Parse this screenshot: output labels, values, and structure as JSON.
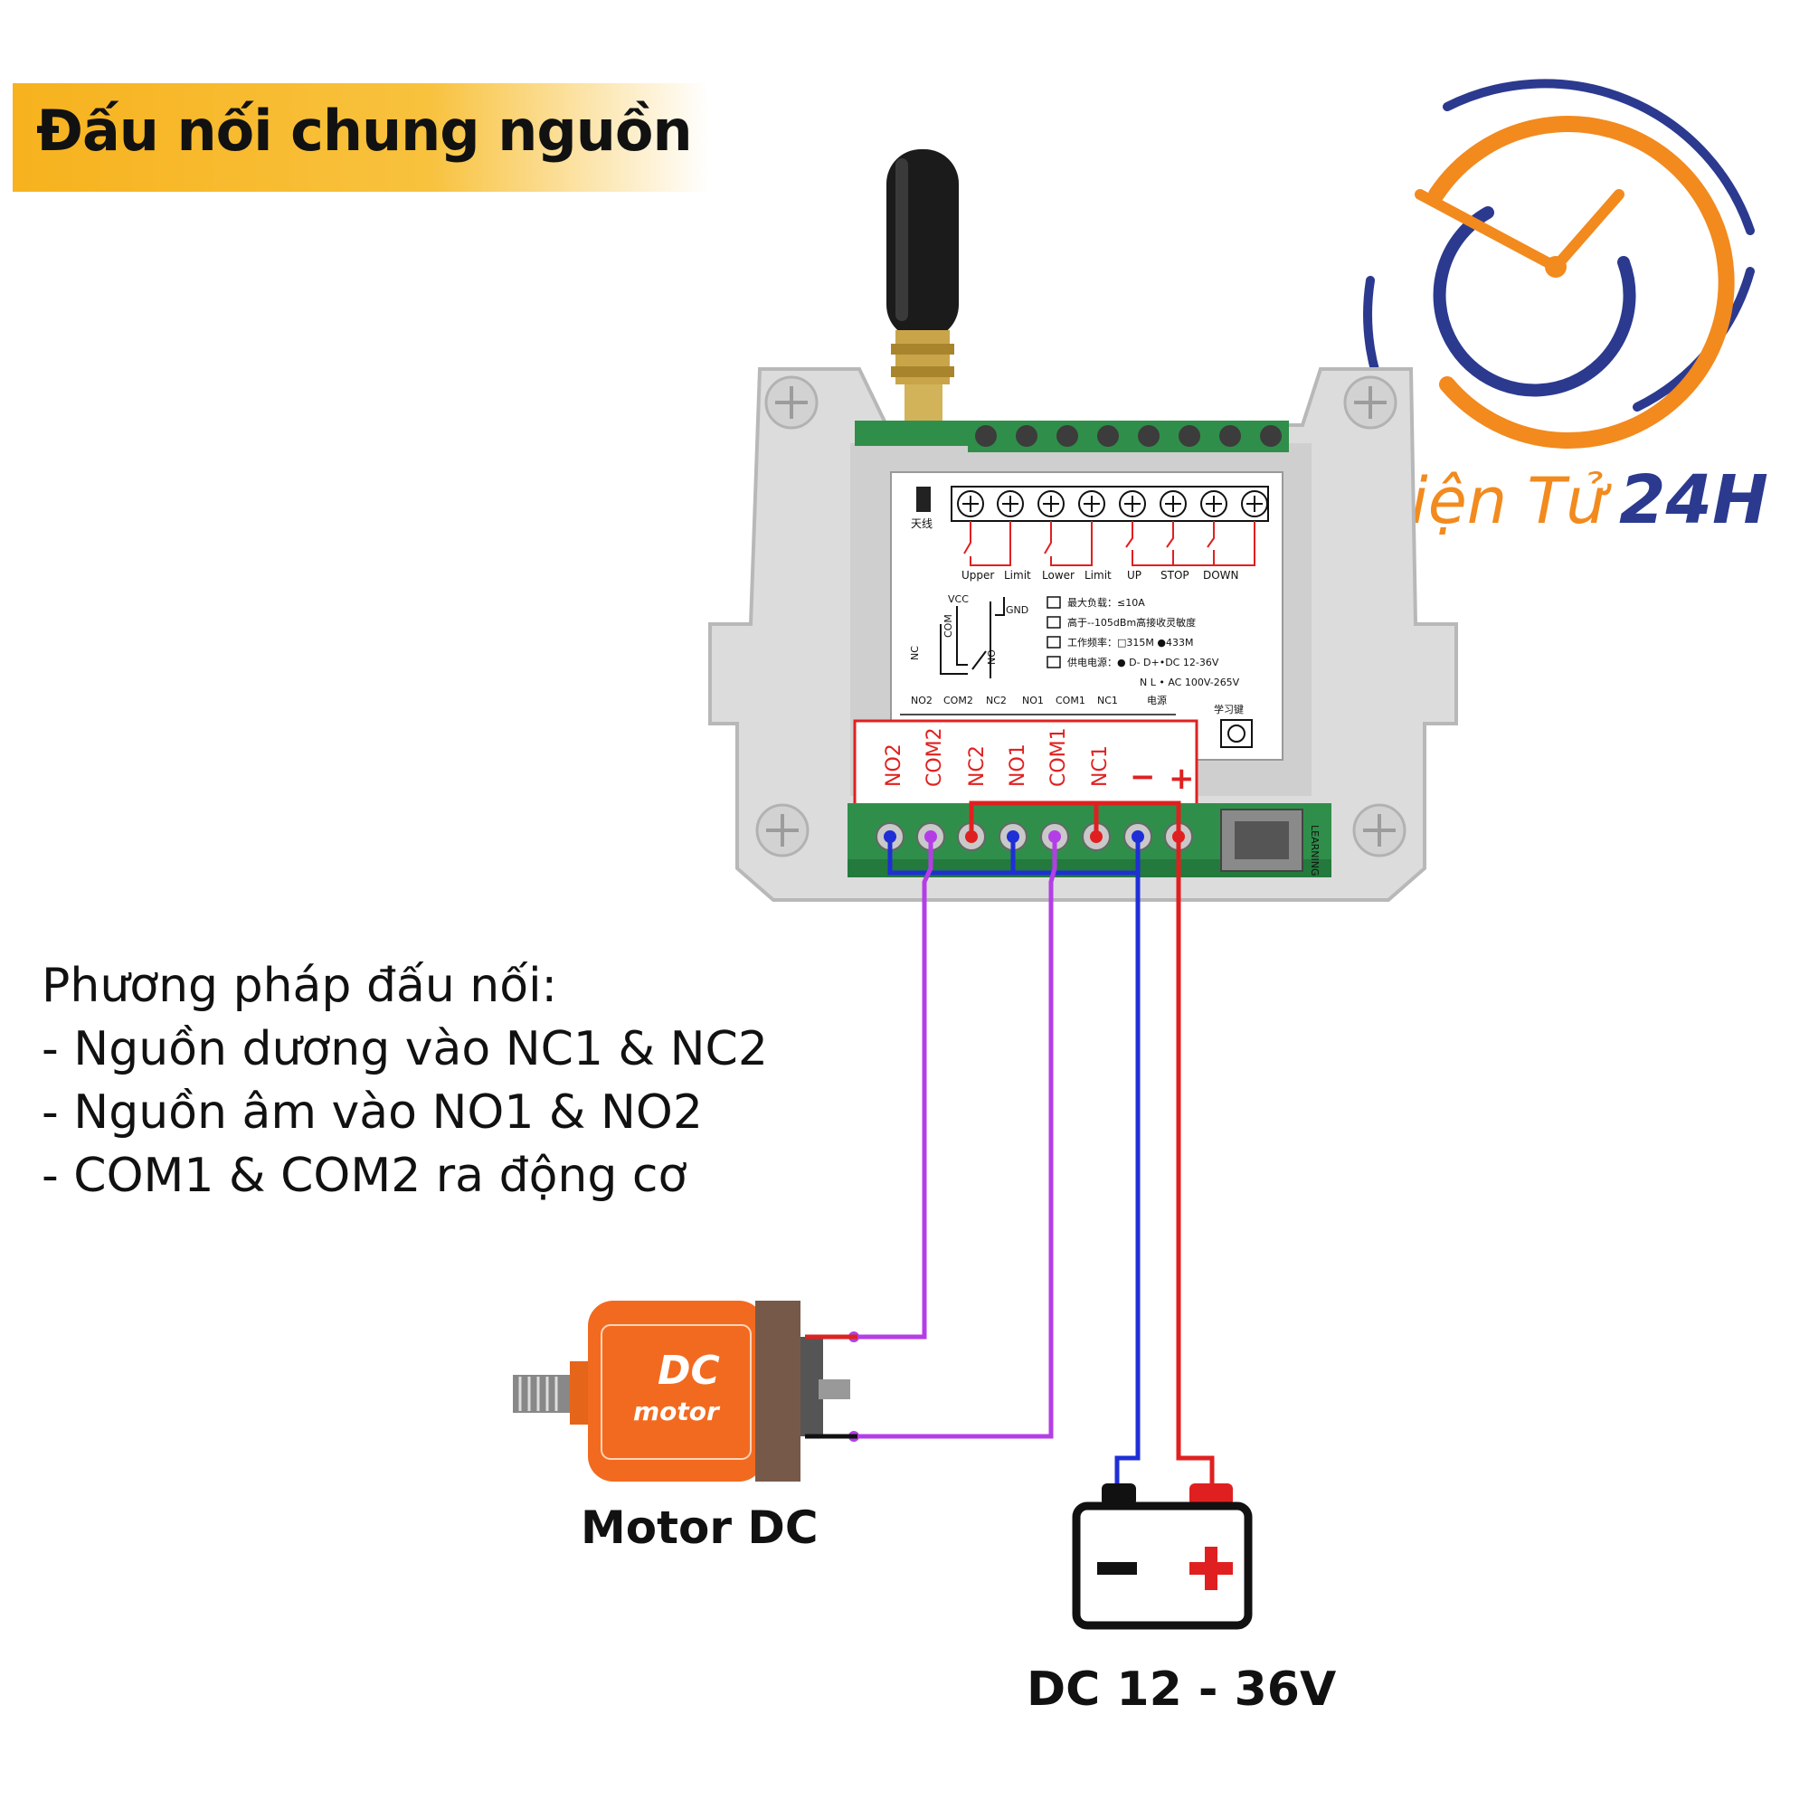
{
  "title": "Đấu nối chung nguồn",
  "logo": {
    "brand_text": "Điện Tử",
    "brand_number": "24H",
    "icon": "clock-icon",
    "colors": {
      "orange": "#f28a1e",
      "blue": "#2b3a8f"
    }
  },
  "module": {
    "antenna_label": "天线",
    "top_groups": [
      "Upper",
      "Limit",
      "Lower",
      "Limit",
      "UP",
      "STOP",
      "DOWN"
    ],
    "specs": [
      "最大负载：≤10A",
      "高于--105dBm高接收灵敏度",
      "工作频率：□315M ●433M",
      "供电电源：● D-  D+•DC 12-36V",
      "N   L • AC 100V-265V"
    ],
    "schematic_labels": [
      "VCC",
      "GND",
      "COM",
      "NC",
      "NO"
    ],
    "bottom_print": [
      "NO2",
      "COM2",
      "NC2",
      "NO1",
      "COM1",
      "NC1",
      "电源"
    ],
    "learn_label": "学习键",
    "learning_side": "LEARNING",
    "terminal_labels": [
      "NO2",
      "COM2",
      "NC2",
      "NO1",
      "COM1",
      "NC1",
      "−",
      "+"
    ]
  },
  "method": {
    "heading": "Phương pháp đấu nối:",
    "lines": [
      "- Nguồn dương vào NC1 & NC2",
      "- Nguồn âm vào NO1 & NO2",
      "- COM1 & COM2 ra động cơ"
    ]
  },
  "motor": {
    "badge_top": "DC",
    "badge_bottom": "motor",
    "caption": "Motor DC"
  },
  "battery": {
    "minus": "−",
    "plus": "+",
    "caption": "DC 12 - 36V"
  },
  "wire_colors": {
    "positive": "#e02020",
    "negative": "#1f2fd6",
    "motor": "#b43ee6"
  }
}
